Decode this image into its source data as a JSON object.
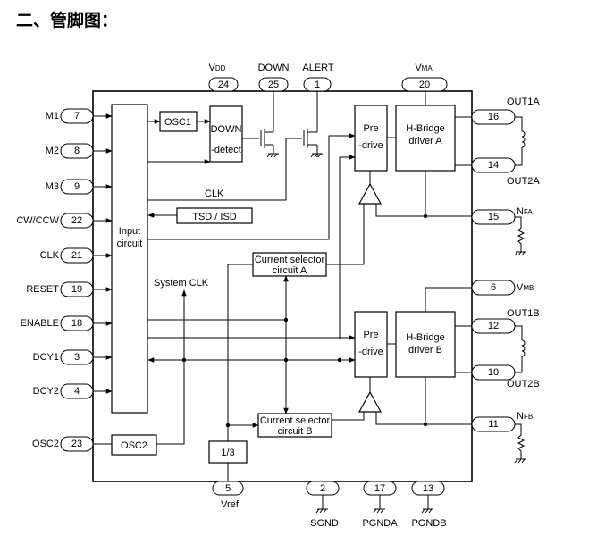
{
  "title": "二、管脚图：",
  "left_pins": [
    {
      "name": "M1",
      "num": "7"
    },
    {
      "name": "M2",
      "num": "8"
    },
    {
      "name": "M3",
      "num": "9"
    },
    {
      "name": "CW/CCW",
      "num": "22"
    },
    {
      "name": "CLK",
      "num": "21"
    },
    {
      "name": "RESET",
      "num": "19"
    },
    {
      "name": "ENABLE",
      "num": "18"
    },
    {
      "name": "DCY1",
      "num": "3"
    },
    {
      "name": "DCY2",
      "num": "4"
    },
    {
      "name": "OSC2",
      "num": "23"
    }
  ],
  "top_pins": [
    {
      "name_main": "V",
      "name_sub": "DD",
      "num": "24"
    },
    {
      "name_main": "DOWN",
      "name_sub": "",
      "num": "25"
    },
    {
      "name_main": "ALERT",
      "name_sub": "",
      "num": "1"
    },
    {
      "name_main": "V",
      "name_sub": "MA",
      "num": "20"
    }
  ],
  "right_pins": [
    {
      "name_main": "OUT1A",
      "name_sub": "",
      "num": "16"
    },
    {
      "name_main": "OUT2A",
      "name_sub": "",
      "num": "14"
    },
    {
      "name_main": "N",
      "name_sub": "FA",
      "num": "15"
    },
    {
      "name_main": "V",
      "name_sub": "MB",
      "num": "6"
    },
    {
      "name_main": "OUT1B",
      "name_sub": "",
      "num": "12"
    },
    {
      "name_main": "OUT2B",
      "name_sub": "",
      "num": "10"
    },
    {
      "name_main": "N",
      "name_sub": "FB",
      "num": "11"
    }
  ],
  "bottom_pins": [
    {
      "name": "Vref",
      "num": "5"
    },
    {
      "name": "SGND",
      "num": "2"
    },
    {
      "name": "PGNDA",
      "num": "17"
    },
    {
      "name": "PGNDB",
      "num": "13"
    }
  ],
  "blocks": {
    "input_circuit": [
      "Input",
      "circuit"
    ],
    "osc1": "OSC1",
    "osc2": "OSC2",
    "down_detect": [
      "DOWN",
      "-detect"
    ],
    "tsd_isd": "TSD / ISD",
    "predrive_a": [
      "Pre",
      "-drive"
    ],
    "predrive_b": [
      "Pre",
      "-drive"
    ],
    "hbridge_a": [
      "H-Bridge",
      "driver A"
    ],
    "hbridge_b": [
      "H-Bridge",
      "driver B"
    ],
    "current_sel_a": [
      "Current selector",
      "circuit A"
    ],
    "current_sel_b": [
      "Current selector",
      "circuit B"
    ],
    "divider": "1/3"
  },
  "labels": {
    "clk": "CLK",
    "system_clk": "System CLK"
  }
}
